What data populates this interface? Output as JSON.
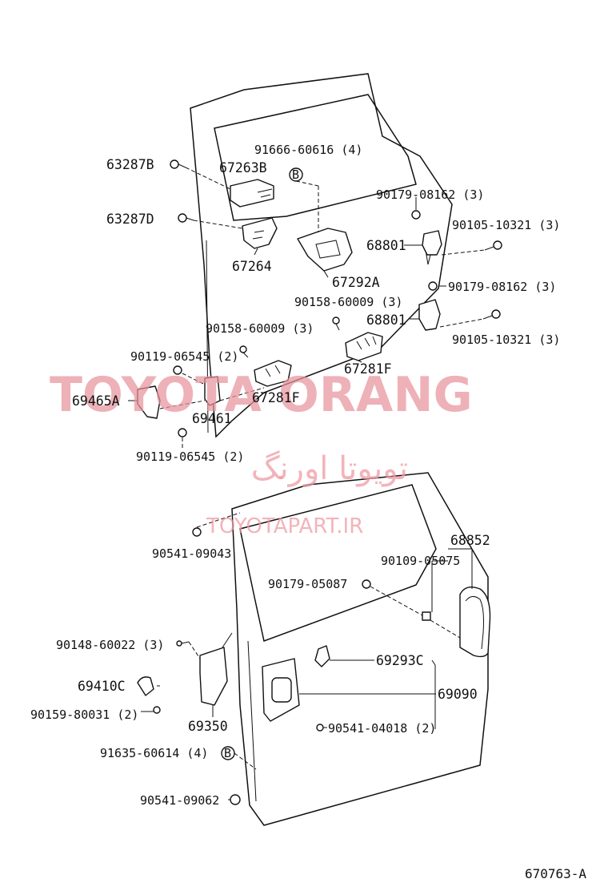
{
  "labels": {
    "p63287B": "63287B",
    "p67263B": "67263B",
    "p91666": "91666-60616 (4)",
    "p63287D": "63287D",
    "p90179a": "90179-08162 (3)",
    "p90105a": "90105-10321 (3)",
    "p68801a": "68801",
    "p67264": "67264",
    "p67292A": "67292A",
    "p90179b": "90179-08162 (3)",
    "p90158a": "90158-60009 (3)",
    "p68801b": "68801",
    "p90158b": "90158-60009 (3)",
    "p90105b": "90105-10321 (3)",
    "p90119a": "90119-06545 (2)",
    "p67281F_a": "67281F",
    "p69465A": "69465A",
    "p67281F_b": "67281F",
    "p69461": "69461",
    "p90119b": "90119-06545 (2)",
    "p68852": "68852",
    "p90541a": "90541-09043",
    "p90109": "90109-05075",
    "p90179c": "90179-05087",
    "p90148": "90148-60022 (3)",
    "p69293C": "69293C",
    "p69410C": "69410C",
    "p69090": "69090",
    "p90159": "90159-80031 (2)",
    "p90541b": "90541-04018 (2)",
    "p69350": "69350",
    "p91635": "91635-60614 (4)",
    "p90541c": "90541-09062",
    "markerB1": "B",
    "markerB2": "B"
  },
  "watermark": {
    "main": "TOYOTA ORANG",
    "persian": "تویوتا اورنگ",
    "url": "TOYOTAPART.IR"
  },
  "diagram_code": "670763-A",
  "colors": {
    "watermark": "#e8939c",
    "ink": "#111111"
  }
}
